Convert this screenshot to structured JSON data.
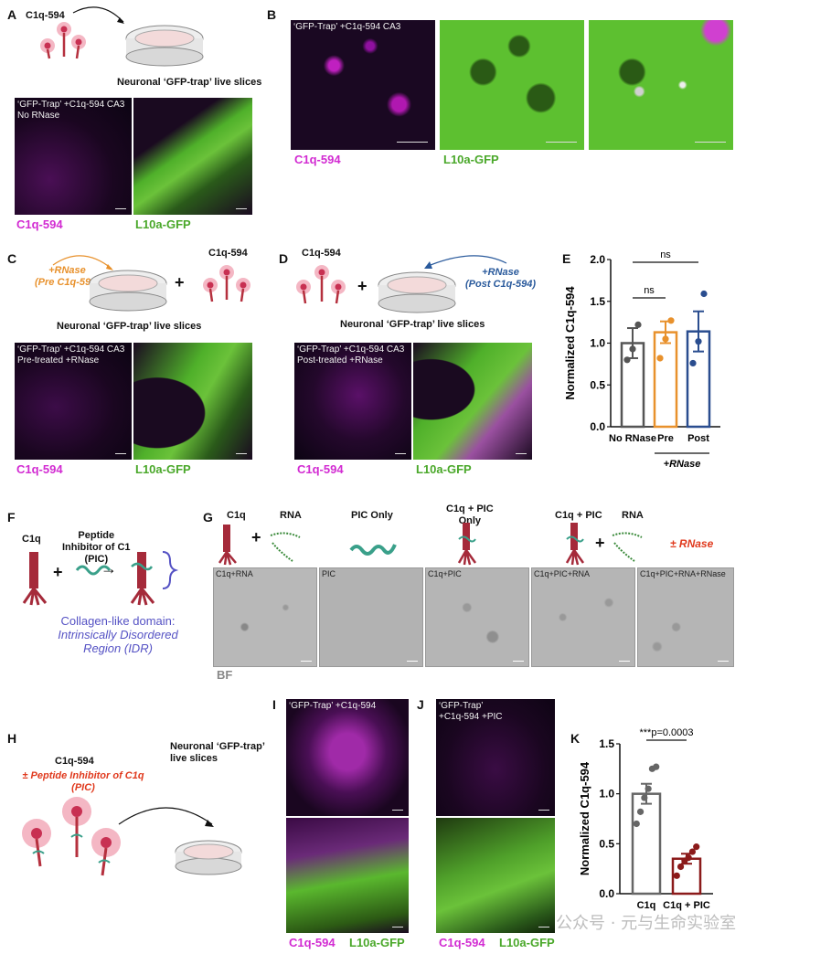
{
  "panels": {
    "A": {
      "letter": "A",
      "c1q": "C1q-594",
      "caption": "Neuronal ‘GFP-trap’ live slices",
      "overlay": "‘GFP-Trap’ +C1q-594 CA3\nNo RNase",
      "mag": "C1q-594",
      "grn": "L10a-GFP"
    },
    "B": {
      "letter": "B",
      "overlay": "‘GFP-Trap’ +C1q-594 CA3",
      "mag": "C1q-594",
      "grn": "L10a-GFP"
    },
    "C": {
      "letter": "C",
      "rnase": "+RNase",
      "rnase_sub": "(Pre C1q-594)",
      "plus": "+",
      "c1q": "C1q-594",
      "caption": "Neuronal ‘GFP-trap’ live slices",
      "overlay": "‘GFP-Trap’ +C1q-594 CA3\nPre-treated +RNase",
      "mag": "C1q-594",
      "grn": "L10a-GFP"
    },
    "D": {
      "letter": "D",
      "c1q": "C1q-594",
      "plus": "+",
      "rnase": "+RNase",
      "rnase_sub": "(Post C1q-594)",
      "caption": "Neuronal ‘GFP-trap’ live slices",
      "overlay": "‘GFP-Trap’ +C1q-594 CA3\nPost-treated +RNase",
      "mag": "C1q-594",
      "grn": "L10a-GFP"
    },
    "E": {
      "letter": "E"
    },
    "F": {
      "letter": "F",
      "c1q": "C1q",
      "pic": "Peptide\nInhibitor of C1\n(PIC)",
      "plus": "+",
      "arrow": "→",
      "idr1": "Collagen-like domain:",
      "idr2": "Intrinsically Disordered",
      "idr3": "Region (IDR)"
    },
    "G": {
      "letter": "G",
      "h1": "C1q",
      "plus1": "+",
      "h2": "RNA",
      "h3": "PIC Only",
      "h4": "C1q + PIC\nOnly",
      "h5": "C1q + PIC",
      "plus2": "+",
      "h6": "RNA",
      "rnase": "± RNase",
      "bf": "BF",
      "images": [
        "C1q+RNA",
        "PIC",
        "C1q+PIC",
        "C1q+PIC+RNA",
        "C1q+PIC+RNA+RNase"
      ]
    },
    "H": {
      "letter": "H",
      "c1q": "C1q-594",
      "inhib": "± Peptide Inhibitor of C1q\n(PIC)",
      "caption": "Neuronal ‘GFP-trap’\nlive slices"
    },
    "I": {
      "letter": "I",
      "overlay": "‘GFP-Trap’ +C1q-594",
      "mag": "C1q-594",
      "grn": "L10a-GFP"
    },
    "J": {
      "letter": "J",
      "overlay": "‘GFP-Trap’\n+C1q-594 +PIC",
      "mag": "C1q-594",
      "grn": "L10a-GFP"
    },
    "K": {
      "letter": "K"
    }
  },
  "watermark": "公众号 · 元与生命实验室",
  "chart_data": [
    {
      "panel": "E",
      "type": "bar",
      "categories": [
        "No RNase",
        "Pre",
        "Post"
      ],
      "group_label": "+RNase",
      "ylabel": "Normalized C1q-594",
      "ylim": [
        0,
        2.0
      ],
      "yticks": [
        "0.0",
        "0.5",
        "1.0",
        "1.5",
        "2.0"
      ],
      "values": [
        1.0,
        1.13,
        1.14
      ],
      "errors": [
        0.18,
        0.13,
        0.24
      ],
      "points": [
        [
          0.8,
          0.93,
          1.22
        ],
        [
          0.82,
          1.05,
          1.27
        ],
        [
          0.76,
          1.02,
          1.59
        ]
      ],
      "colors": [
        "#555555",
        "#e8912c",
        "#2a4d8f"
      ],
      "annotations": [
        {
          "text": "ns",
          "from": 0,
          "to": 2
        },
        {
          "text": "ns",
          "from": 0,
          "to": 1
        }
      ]
    },
    {
      "panel": "K",
      "type": "bar",
      "categories": [
        "C1q",
        "C1q + PIC"
      ],
      "ylabel": "Normalized C1q-594",
      "ylim": [
        0,
        1.5
      ],
      "yticks": [
        "0.0",
        "0.5",
        "1.0",
        "1.5"
      ],
      "values": [
        1.0,
        0.35
      ],
      "errors": [
        0.1,
        0.05
      ],
      "points": [
        [
          0.7,
          0.82,
          0.96,
          1.05,
          1.25,
          1.27
        ],
        [
          0.18,
          0.27,
          0.33,
          0.36,
          0.42,
          0.47
        ]
      ],
      "colors": [
        "#666666",
        "#8b1a1a"
      ],
      "annotations": [
        {
          "text": "***p=0.0003",
          "from": 0,
          "to": 1
        }
      ]
    }
  ]
}
